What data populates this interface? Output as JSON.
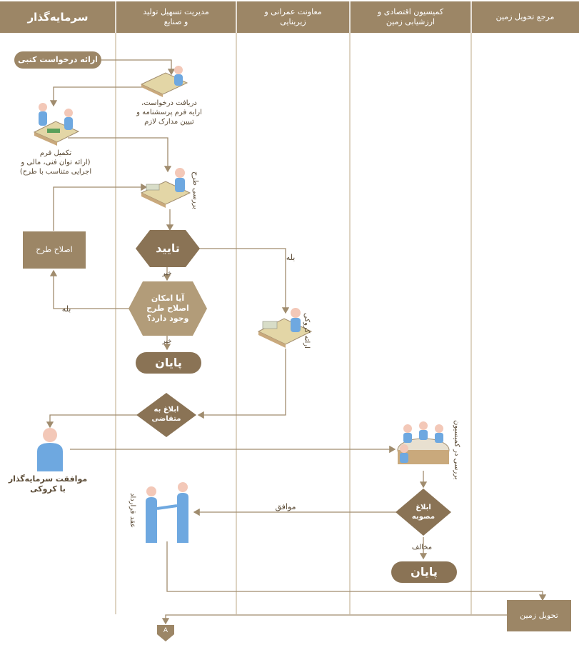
{
  "lanes": [
    {
      "title": "سرمایه‌گذار"
    },
    {
      "title": "مدیریت تسهیل تولید\nو صنایع"
    },
    {
      "title": "معاونت عمرانی و\nزیربنایی"
    },
    {
      "title": "کمیسیون اقتصادی و\nارزشیابی زمین"
    },
    {
      "title": "مرجع تحویل زمین"
    }
  ],
  "nodes": {
    "start_request": "ارائه درخواست کتبی",
    "receive_request": "دریافت درخواست،\nارایه فرم پرسشنامه و\nتبیین مدارک لازم",
    "complete_form": "تکمیل فرم\n(ارائه توان فنی، مالی و\nاجرایی متناسب با طرح)",
    "review_plan": "بررسی طرح",
    "fix_plan": "اصلاح طرح",
    "approve": "تایید",
    "can_fix": "آیا امکان\nاصلاح طرح\nوجود دارد؟",
    "end1": "پایان",
    "collateral": "ارائه کروکی",
    "notify_applicant": "ابلاغ به\nمتقاضی",
    "investor_agree": "موافقت سرمایه‌گذار\nبا کروکی",
    "commission_review": "بررسی در کمیسیون",
    "notify_approval": "ابلاغ\nمصوبه",
    "end2": "پایان",
    "contract": "عقد قرارداد",
    "deliver_land": "تحویل زمین",
    "connector": "A"
  },
  "edge_labels": {
    "yes_1": "بله",
    "no_1": "خیر",
    "yes_2": "بله",
    "no_2": "خیر",
    "agree": "موافق",
    "disagree": "مخالف"
  },
  "colors": {
    "brown": "#9c8666",
    "brown_dark": "#8a7355",
    "brown_light": "#b29c79",
    "line": "#a08c6e",
    "person": "#6ea8e0",
    "head": "#f3c8b8"
  },
  "icons": [
    "person-icon",
    "desk-icon",
    "meeting-icon",
    "handshake-icon"
  ]
}
